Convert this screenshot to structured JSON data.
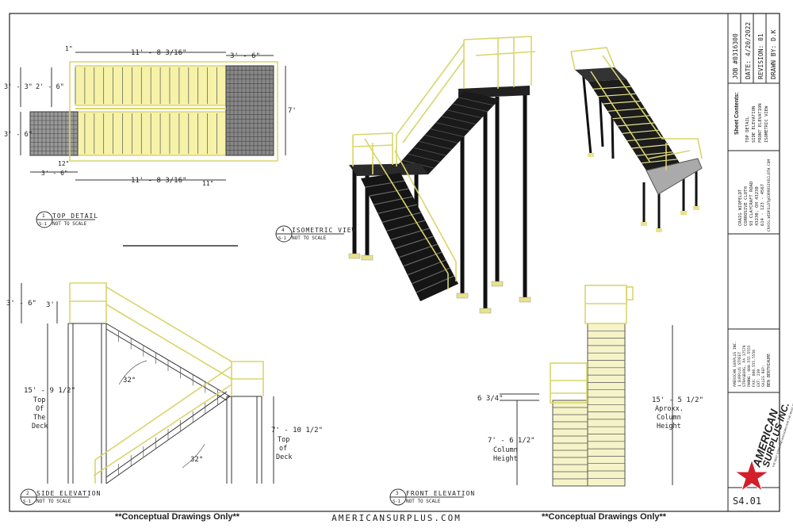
{
  "dims": {
    "top_width": "11' - 8 3/16\"",
    "top_width_bottom": "11' - 8 3/16\"",
    "small_1": "1\"",
    "right_35": "3' - 6\"",
    "left_33": "3' - 3\"",
    "left_26": "2' - 6\"",
    "left_36": "3' - 6\"",
    "bottom_12": "12\"",
    "bottom_36": "3' - 6\"",
    "bottom_11": "11\"",
    "right_7": "7'",
    "side_36": "3' - 6\"",
    "side_3": "3'",
    "side_angle_1": "32°",
    "side_angle_2": "32°",
    "side_height": "15' - 9 1/2\"",
    "side_height_l1": "Top",
    "side_height_l2": "Of",
    "side_height_l3": "The",
    "side_height_l4": "Deck",
    "side_deck": "7' - 10 1/2\"",
    "side_deck_l1": "Top",
    "side_deck_l2": "of",
    "side_deck_l3": "Deck",
    "front_634": "6 3/4\"",
    "front_col": "7' - 6 1/2\"",
    "front_col_l1": "Column",
    "front_col_l2": "Height",
    "front_col2": "15' - 5 1/2\"",
    "front_col2_l1": "Aproxx.",
    "front_col2_l2": "Column",
    "front_col2_l3": "Height"
  },
  "views": {
    "top": {
      "num": "1",
      "sheet": "S-1",
      "title": "TOP DETAIL",
      "scale": "NOT TO SCALE"
    },
    "iso": {
      "num": "4",
      "sheet": "S-1",
      "title": "ISOMETRIC VIEW",
      "scale": "NOT TO SCALE"
    },
    "side": {
      "num": "2",
      "sheet": "S-1",
      "title": "SIDE ELEVATION",
      "scale": "NOT TO SCALE"
    },
    "front": {
      "num": "3",
      "sheet": "S-1",
      "title": "FRONT ELEVATION",
      "scale": "NOT TO SCALE"
    }
  },
  "title_block": {
    "job": "JOB #0316300",
    "date": "DATE: 4/20/2022",
    "revision": "REVISION: 01",
    "drawn_by": "DRAWN BY: D.K",
    "sheet_contents_label": "Sheet Contents:",
    "contents": [
      "TOP DETAIL",
      "SIDE ELEVATION",
      "FRONT ELEVATION",
      "ISOMETRIC VIEW"
    ],
    "client": [
      "CRAIG WIDFELDT",
      "CORROSIVE CLOTH",
      "93 CLAYCRAFT ROAD",
      "43230, OH 43230",
      "614 - 123 - 4567",
      "CRAIG.WIDFELDT@CORROSIVECLOTH.COM"
    ],
    "company": [
      "AMERICAN SURPLUS INC.",
      "1 SURPLUS STREET",
      "STRASBURG, PA 17579",
      "PHONE: 800.555.5555",
      "FAX: 800.555.5556",
      "EXT: 239",
      "SALES REP:",
      "BEN BERTHIAUME"
    ],
    "logo_word1": "AMERICAN",
    "logo_word2": "SURPLUS INC.",
    "logo_tag": "THE BEST STEEL AND ANCHORS FOR THE MOST STRONG EQUIPMENT",
    "sheet_number": "S4.01"
  },
  "footer": {
    "left": "**Conceptual Drawings Only**",
    "center": "AMERICANSURPLUS.COM",
    "right": "**Conceptual Drawings Only**"
  },
  "colors": {
    "rail": "#f6f2a8",
    "steel": "#111111",
    "logo_red": "#d21f2b",
    "logo_blue": "#1d3b9a"
  }
}
